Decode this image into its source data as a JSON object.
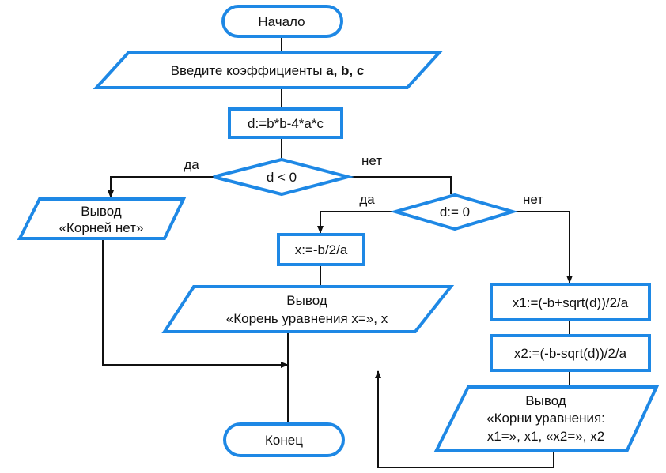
{
  "flowchart": {
    "start": "Начало",
    "input": {
      "text": "Введите коэффициенты ",
      "vars": "a, b, c"
    },
    "compute_d": "d:=b*b-4*a*c",
    "decision1": {
      "text": "d < 0",
      "yes": "да",
      "no": "нет"
    },
    "output_none": {
      "line1": "Вывод",
      "line2": "«Корней нет»"
    },
    "decision2": {
      "text": "d:= 0",
      "yes": "да",
      "no": "нет"
    },
    "compute_x": "x:=-b/2/a",
    "output_one": {
      "line1": "Вывод",
      "line2": "«Корень уравнения x=», x"
    },
    "compute_x1": "x1:=(-b+sqrt(d))/2/a",
    "compute_x2": "x2:=(-b-sqrt(d))/2/a",
    "output_two": {
      "line1": "Вывод",
      "line2": "«Корни уравнения:",
      "line3": "x1=», x1, «x2=», x2"
    },
    "end": "Конец"
  },
  "colors": {
    "shape_stroke": "#1e88e5",
    "line": "#111111"
  }
}
